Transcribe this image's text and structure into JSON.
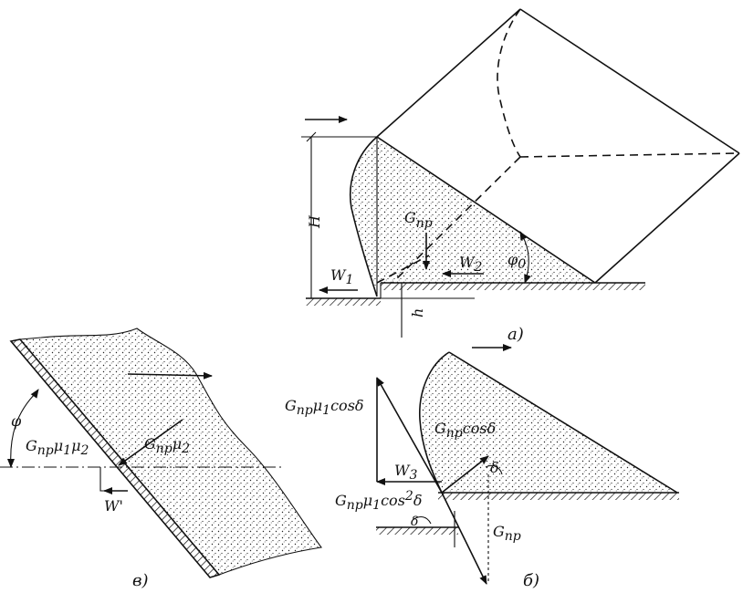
{
  "panel_a": {
    "label": "а)",
    "height_label": "H",
    "depth_label": "h",
    "weight_label": "G",
    "weight_sub": "пр",
    "w1_label": "W",
    "w1_sub": "1",
    "w2_label": "W",
    "w2_sub": "2",
    "angle_label": "φ",
    "angle_sub": "0"
  },
  "panel_b": {
    "label": "б)",
    "force_top_main": "G",
    "force_top_sub": "пр",
    "force_top_tail": "μ",
    "force_top_sub2": "1",
    "force_top_end": "cosδ",
    "normal_main": "G",
    "normal_sub": "пр",
    "normal_tail": "cosδ",
    "w3_label": "W",
    "w3_sub": "3",
    "delta_label": "δ",
    "bottom_main": "G",
    "bottom_sub": "пр",
    "bottom_mu": "μ",
    "bottom_mu_sub": "1",
    "bottom_cos": "cos",
    "bottom_pow": "2",
    "bottom_delta": "δ",
    "bottom_angle": "δ",
    "weight_main": "G",
    "weight_sub": "пр"
  },
  "panel_c": {
    "label": "в)",
    "angle_label": "φ",
    "force_left_main": "G",
    "force_left_sub": "пр",
    "force_left_mu": "μ",
    "force_left_mu1": "1",
    "force_left_mu2": "μ",
    "force_left_mu2sub": "2",
    "force_right_main": "G",
    "force_right_sub": "пр",
    "force_right_mu": "μ",
    "force_right_musub": "2",
    "w_prime_label": "W'"
  }
}
